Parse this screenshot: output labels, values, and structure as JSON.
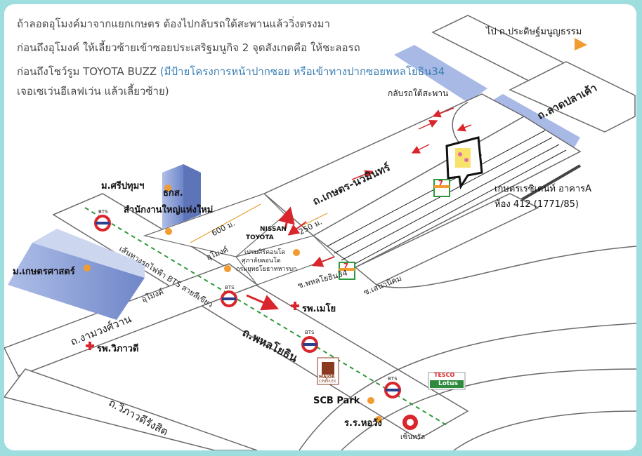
{
  "instructions": {
    "line1": "ถ้าลอดอุโมงค์มาจากแยกเกษตร ต้องไปกลับรถใต้สะพานแล้ววิ่งตรงมา",
    "line2": "ก่อนถึงอุโมงค์ ให้เลี้ยวซ้ายเข้าซอยประเสริฐมนูกิจ 2 จุดสังเกตคือ ให้ชะลอรถ",
    "line3_main": "ก่อนถึงโชว์รูม TOYOTA BUZZ ",
    "line3_note": "(มีป้ายโครงการหน้าปากซอย หรือเข้าทางปากซอยพหลโยธิน34",
    "line4_note": "เจอเซเว่นอีเลฟเว่น แล้วเลี้ยวซ้าย)"
  },
  "roads": {
    "pracha_chuen": "ไป ถ.ประดิษฐ์มนูญธรรม",
    "lat_pla_khao": "ถ.ลาดปลาเค้า",
    "kaset_nawamin": "ถ.เกษตร-นวมินทร์",
    "phahon": "ถ.พหลโยธิน",
    "ngam_wong_wan": "ถ.งามวงศ์วาน",
    "vibhavadi": "ถ.วิภาวดีรังสิต",
    "soi_phahon34": "ซ.พหลโยธิน34",
    "soi_senanikom": "ซ.เสนานิคม",
    "bts_line": "เส้นทางรถไฟฟ้า BTS สายสีเขียว",
    "tunnel_a": "อุโมงค์",
    "tunnel_b": "อุโมงค์",
    "u_turn": "กลับรถใต้สะพาน"
  },
  "places": {
    "sripatum": "ม.ศรีปทุมฯ",
    "ghb": "ธกส.",
    "ghb_sub": "สำนักงานใหญ่แห่งใหม่",
    "kasetsart": "ม.เกษตรศาสตร์",
    "vibhavadi_hosp": "รพ.วิภาวดี",
    "mayo_hosp": "รพ.เมโย",
    "scb_park": "SCB Park",
    "horwang": "ร.ร.หอวัง",
    "central": "เซ็นทรัล",
    "prem1": "เปรมศิริคอนโด",
    "prem2": "ศุภาลัยคอนโด",
    "prem3": "กรมยุทธโยธาทหารบก",
    "nissan": "NISSAN",
    "toyota": "TOYOTA",
    "tesco": "TESCO",
    "lotus": "Lotus",
    "major": "MAJOR",
    "major_sub": "CINEPLEX",
    "seven": "7"
  },
  "distances": {
    "d600": "600 ม.",
    "d250": "250 ม."
  },
  "destination": {
    "line1": "เกษตรเรซิเดนท์ อาคารA",
    "line2": "ห้อง 412 (1771/85)"
  },
  "bts": "BTS",
  "colors": {
    "frame": "#9fdede",
    "road_fill": "#ffffff",
    "road_edge": "#6b6b6b",
    "canal": "#a9b9e6",
    "bts_line": "#2e9a3c",
    "arrow": "#d9262c",
    "poi": "#f29b2e",
    "accent_text": "#3b7fb3"
  }
}
